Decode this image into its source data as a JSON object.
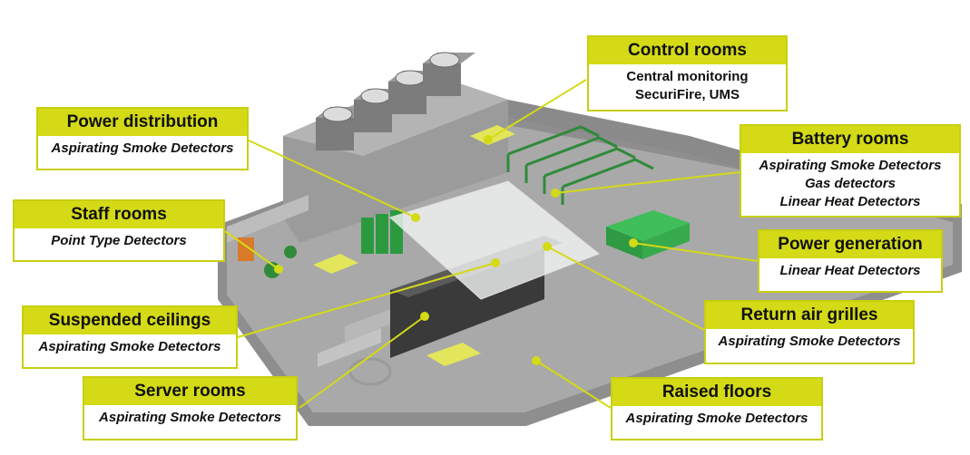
{
  "accent": "#d4da16",
  "callouts": {
    "control": {
      "title": "Control rooms",
      "lines": [
        "Central monitoring",
        "SecuriFire, UMS"
      ]
    },
    "power_dist": {
      "title": "Power distribution",
      "lines": [
        "Aspirating Smoke Detectors"
      ]
    },
    "battery": {
      "title": "Battery rooms",
      "lines": [
        "Aspirating Smoke Detectors",
        "Gas detectors",
        "Linear Heat Detectors"
      ]
    },
    "staff": {
      "title": "Staff rooms",
      "lines": [
        "Point Type Detectors"
      ]
    },
    "power_gen": {
      "title": "Power generation",
      "lines": [
        "Linear Heat Detectors"
      ]
    },
    "ceilings": {
      "title": "Suspended ceilings",
      "lines": [
        "Aspirating Smoke Detectors"
      ]
    },
    "return_air": {
      "title": "Return air grilles",
      "lines": [
        "Aspirating Smoke Detectors"
      ]
    },
    "server": {
      "title": "Server rooms",
      "lines": [
        "Aspirating Smoke Detectors"
      ]
    },
    "raised": {
      "title": "Raised floors",
      "lines": [
        "Aspirating Smoke Detectors"
      ]
    }
  }
}
